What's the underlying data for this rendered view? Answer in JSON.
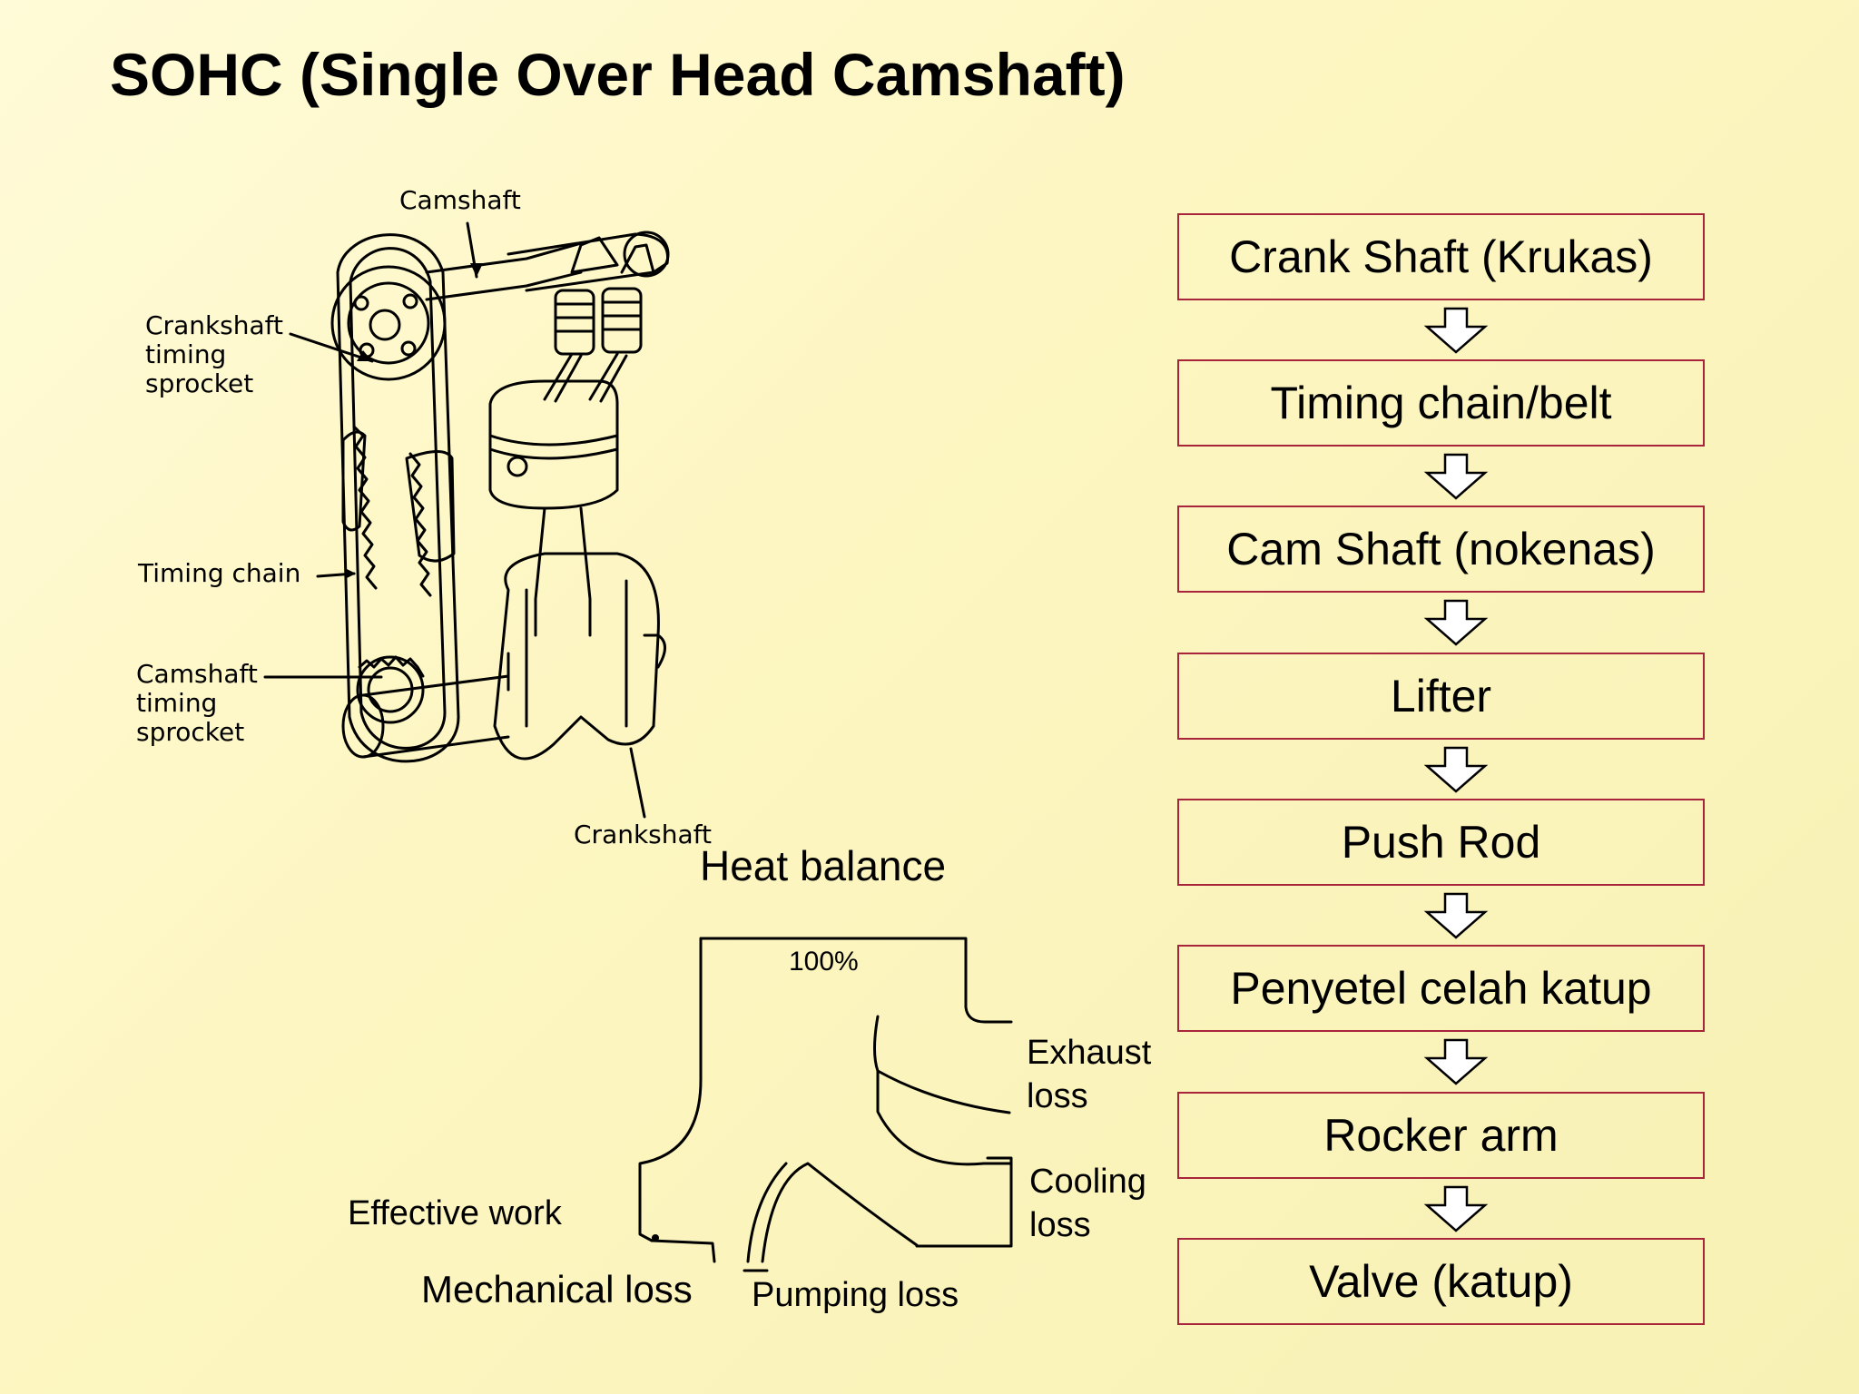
{
  "title": "SOHC (Single Over Head Camshaft)",
  "engine_diagram": {
    "labels": {
      "camshaft": "Camshaft",
      "crankshaft_timing_sprocket": [
        "Crankshaft",
        "timing",
        "sprocket"
      ],
      "timing_chain": "Timing chain",
      "camshaft_timing_sprocket": [
        "Camshaft",
        "timing",
        "sprocket"
      ],
      "crankshaft": "Crankshaft"
    }
  },
  "heat_balance": {
    "title": "Heat balance",
    "total": "100%",
    "exhaust_loss": [
      "Exhaust",
      "loss"
    ],
    "cooling_loss": [
      "Cooling",
      "loss"
    ],
    "effective_work": "Effective work",
    "mechanical_loss": "Mechanical loss",
    "pumping_loss": "Pumping loss"
  },
  "flow": {
    "border_color": "#a8243a",
    "steps": [
      "Crank Shaft (Krukas)",
      "Timing chain/belt",
      "Cam Shaft (nokenas)",
      "Lifter",
      "Push Rod",
      "Penyetel celah katup",
      "Rocker arm",
      "Valve (katup)"
    ]
  }
}
